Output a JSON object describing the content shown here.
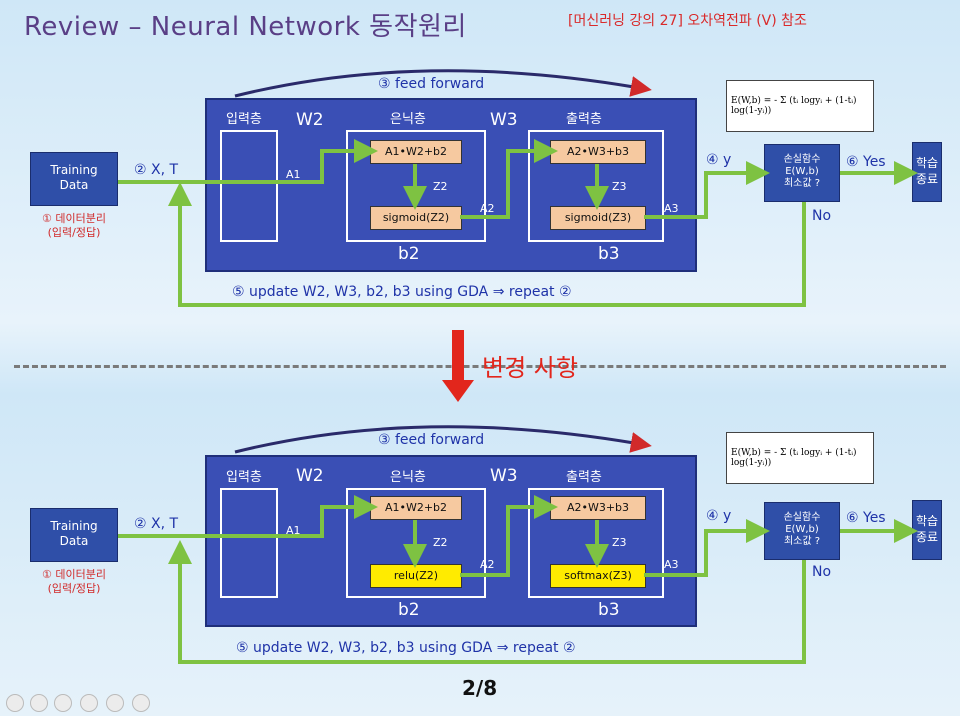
{
  "title": "Review – Neural Network  동작원리",
  "reference": "[머신러닝 강의 27]  오차역전파 (V)  참조",
  "change_label": "변경 사항",
  "page_number": "2/8",
  "top": {
    "feed_forward": "③ feed forward",
    "input_layer": "입력층",
    "hidden_layer": "은닉층",
    "output_layer": "출력층",
    "w2": "W2",
    "w3": "W3",
    "a1": "A1",
    "a2": "A2",
    "a3": "A3",
    "z2": "Z2",
    "z3": "Z3",
    "b2": "b2",
    "b3": "b3",
    "calc_hidden": "A1•W2+b2",
    "calc_output": "A2•W3+b3",
    "act_hidden": "sigmoid(Z2)",
    "act_output": "sigmoid(Z3)",
    "training_line1": "Training",
    "training_line2": "Data",
    "xt": "② X, T",
    "data_split_line1": "① 데이터분리",
    "data_split_line2": "(입력/정답)",
    "y": "④ y",
    "loss_line1": "손실함수",
    "loss_line2": "E(W,b)",
    "loss_line3": "최소값 ?",
    "yes": "⑥ Yes",
    "no": "No",
    "finish_line1": "학습",
    "finish_line2": "종료",
    "update": "⑤ update W2, W3, b2, b3  using GDA  ⇒  repeat  ②",
    "formula": "E(W,b) = - Σ (tᵢ logyᵢ + (1-tᵢ) log(1-yᵢ))"
  },
  "bottom": {
    "feed_forward": "③ feed forward",
    "input_layer": "입력층",
    "hidden_layer": "은닉층",
    "output_layer": "출력층",
    "w2": "W2",
    "w3": "W3",
    "a1": "A1",
    "a2": "A2",
    "a3": "A3",
    "z2": "Z2",
    "z3": "Z3",
    "b2": "b2",
    "b3": "b3",
    "calc_hidden": "A1•W2+b2",
    "calc_output": "A2•W3+b3",
    "act_hidden": "relu(Z2)",
    "act_output": "softmax(Z3)",
    "training_line1": "Training",
    "training_line2": "Data",
    "xt": "② X, T",
    "data_split_line1": "① 데이터분리",
    "data_split_line2": "(입력/정답)",
    "y": "④ y",
    "loss_line1": "손실함수",
    "loss_line2": "E(W,b)",
    "loss_line3": "최소값 ?",
    "yes": "⑥ Yes",
    "no": "No",
    "finish_line1": "학습",
    "finish_line2": "종료",
    "update": "⑤ update W2, W3, b2, b3  using GDA  ⇒  repeat  ②",
    "formula": "E(W,b) = - Σ (tᵢ logyᵢ + (1-tᵢ) log(1-yᵢ))"
  },
  "colors": {
    "panel": "#3a4fb5",
    "arrow_green": "#7ec242",
    "title": "#5a3f86",
    "accent_red": "#e2261c",
    "highlight_yellow": "#ffeb00",
    "calc_peach": "#f6c9a0"
  },
  "toolbar_icons": [
    "prev-icon",
    "next-icon",
    "pen-icon",
    "slides-icon",
    "zoom-icon",
    "more-icon"
  ]
}
